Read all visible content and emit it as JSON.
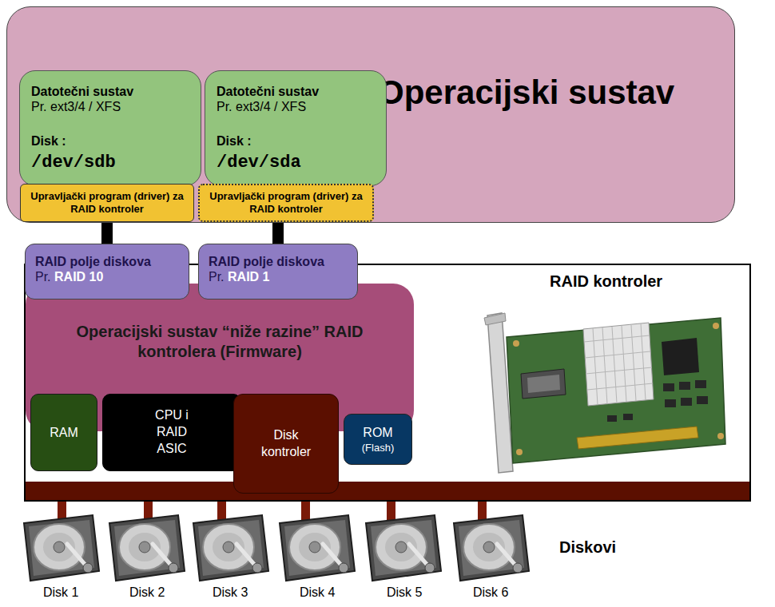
{
  "diagram": {
    "nodes": [
      {
        "text": [
          "Operacijski sustav"
        ]
      },
      {
        "text": [
          "Datotečni sustav",
          "Pr. ext3/4 / XFS",
          "Disk :",
          "/dev/sdb"
        ],
        "in": 0
      },
      {
        "text": [
          "Upravljački program (driver) za RAID kontroler"
        ],
        "in": 0
      },
      {
        "text": [
          "Datotečni sustav",
          "Pr. ext3/4 / XFS",
          "Disk :",
          "/dev/sda"
        ],
        "in": 0
      },
      {
        "text": [
          "Upravljački program (driver) za RAID kontroler"
        ],
        "in": 0
      },
      {
        "text": [
          "RAID kontroler"
        ]
      },
      {
        "text": [
          "RAID polje diskova",
          "Pr.",
          "RAID 10"
        ],
        "in": 5
      },
      {
        "text": [
          "RAID polje diskova",
          "Pr.",
          "RAID 1"
        ],
        "in": 5
      },
      {
        "text": [
          "Operacijski sustav “niže razine” RAID kontrolera (Firmware)"
        ],
        "in": 5
      },
      {
        "text": [
          "RAM"
        ],
        "in": 5
      },
      {
        "text": [
          "CPU i RAID ASIC"
        ],
        "in": 5
      },
      {
        "text": [
          "Disk kontroler"
        ],
        "in": 5
      },
      {
        "text": [
          "ROM",
          "(Flash)"
        ],
        "in": 5
      }
    ],
    "edges": [
      {
        "from": 2,
        "to": 6,
        "arrow": "none"
      },
      {
        "from": 4,
        "to": 7,
        "arrow": "none"
      }
    ],
    "labels": [
      "Diskovi",
      "Disk 1",
      "Disk 2",
      "Disk 3",
      "Disk 4",
      "Disk 5",
      "Disk 6"
    ]
  }
}
